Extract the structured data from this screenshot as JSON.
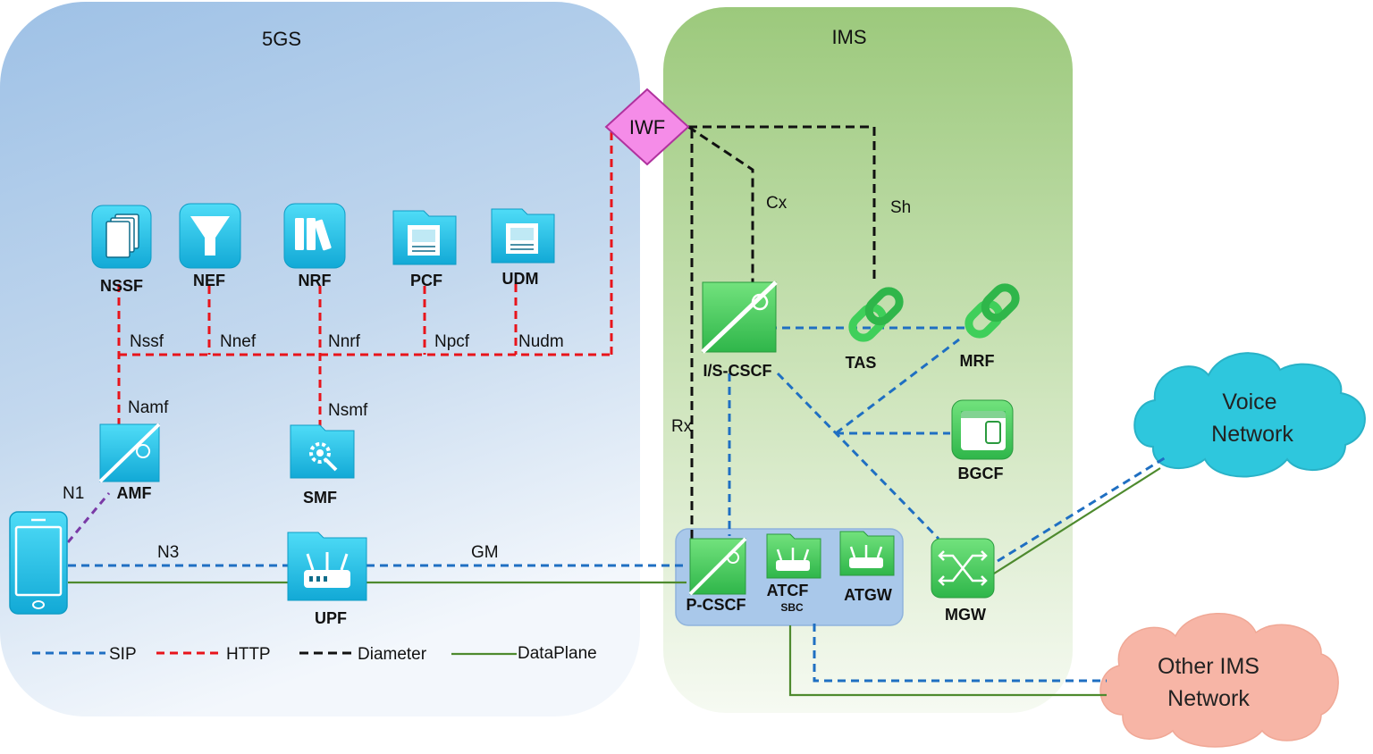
{
  "regions": {
    "fivegs": "5GS",
    "ims": "IMS"
  },
  "nodes": {
    "iwf": "IWF",
    "nssf": "NSSF",
    "nef": "NEF",
    "nrf": "NRF",
    "pcf": "PCF",
    "udm": "UDM",
    "amf": "AMF",
    "smf": "SMF",
    "upf": "UPF",
    "iscscf": "I/S-CSCF",
    "tas": "TAS",
    "mrf": "MRF",
    "bgcf": "BGCF",
    "pcscf": "P-CSCF",
    "atcf": "ATCF",
    "atcf_sub": "SBC",
    "atgw": "ATGW",
    "mgw": "MGW"
  },
  "interfaces": {
    "nssf": "Nssf",
    "nnef": "Nnef",
    "nnrf": "Nnrf",
    "npcf": "Npcf",
    "nudm": "Nudm",
    "namf": "Namf",
    "nsmf": "Nsmf",
    "n1": "N1",
    "n3": "N3",
    "gm": "GM",
    "cx": "Cx",
    "sh": "Sh",
    "rx": "Rx"
  },
  "clouds": {
    "voice_line1": "Voice",
    "voice_line2": "Network",
    "other_line1": "Other IMS",
    "other_line2": "Network"
  },
  "legend": {
    "sip": "SIP",
    "http": "HTTP",
    "diameter": "Diameter",
    "dataplane": "DataPlane"
  },
  "colors": {
    "sip": "#1f6fc2",
    "http": "#e8141b",
    "diameter": "#111111",
    "dataplane": "#4e8a2e",
    "n1": "#7a3aa6",
    "icon_cyan": "#19c4ea",
    "icon_green": "#3fcf5a",
    "iwf": "#f58ce8",
    "voice_cloud": "#2ec7dd",
    "other_cloud": "#f7b5a6"
  }
}
